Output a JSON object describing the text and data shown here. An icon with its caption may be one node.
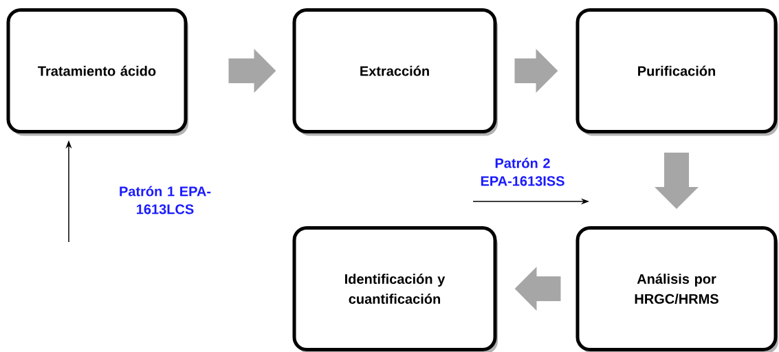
{
  "diagram": {
    "nodes": [
      {
        "text": [
          "Tratamiento ácido"
        ]
      },
      {
        "text": [
          "Extracción"
        ]
      },
      {
        "text": [
          "Purificación"
        ]
      },
      {
        "text": [
          "Identificación y cuantificación"
        ]
      },
      {
        "text": [
          "Análisis por HRGC/HRMS"
        ]
      },
      {
        "text": [
          "Patrón 2 EPA-1613ISS"
        ]
      }
    ],
    "edges": [
      {
        "from": 0,
        "to": 1,
        "arrow": "to"
      },
      {
        "from": 1,
        "to": 2,
        "arrow": "to"
      },
      {
        "from": 2,
        "to": 4,
        "arrow": "to"
      },
      {
        "from": 4,
        "to": 3,
        "arrow": "to"
      },
      {
        "from": null,
        "to": 0,
        "arrow": "to",
        "color": "#000000"
      },
      {
        "from": 5,
        "to": null,
        "arrow": "to",
        "color": "#000000"
      }
    ],
    "labels": [
      "Patrón 1 EPA-1613LCS"
    ]
  }
}
